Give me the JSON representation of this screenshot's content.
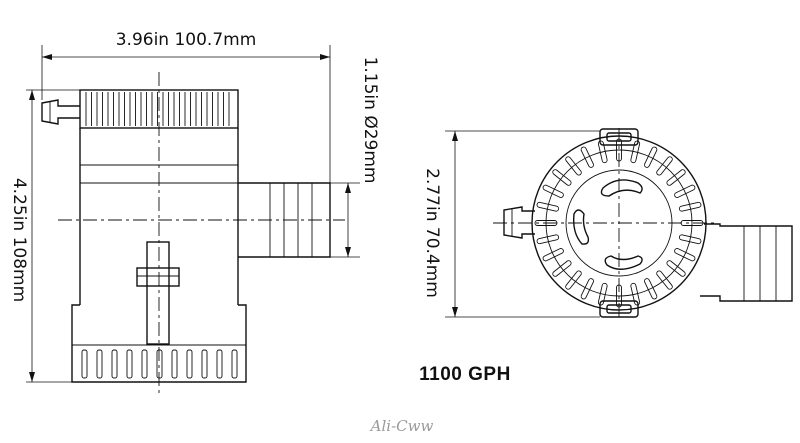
{
  "dimensions": {
    "width_label": "3.96in  100.7mm",
    "outlet_label": "1.15in  Ø29mm",
    "height_label": "4.25in  108mm",
    "body_label": "2.77in  70.4mm"
  },
  "product_label": "1100 GPH",
  "watermark": "Ali-Cww"
}
